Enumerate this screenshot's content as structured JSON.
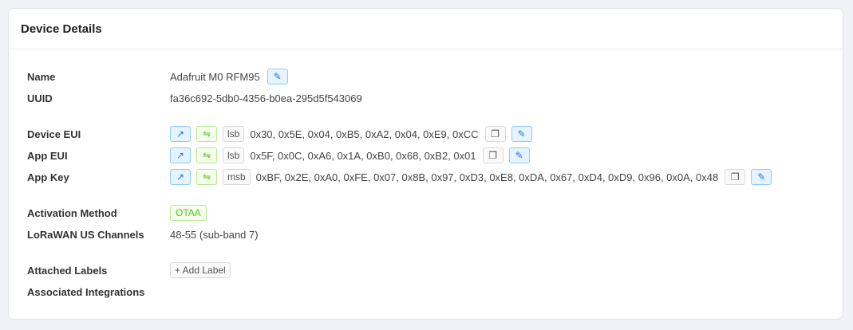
{
  "title": "Device Details",
  "name": {
    "label": "Name",
    "value": "Adafruit M0 RFM95"
  },
  "uuid": {
    "label": "UUID",
    "value": "fa36c692-5db0-4356-b0ea-295d5f543069"
  },
  "device_eui": {
    "label": "Device EUI",
    "order": "lsb",
    "value": "0x30, 0x5E, 0x04, 0xB5, 0xA2, 0x04, 0xE9, 0xCC"
  },
  "app_eui": {
    "label": "App EUI",
    "order": "lsb",
    "value": "0x5F, 0x0C, 0xA6, 0x1A, 0xB0, 0x68, 0xB2, 0x01"
  },
  "app_key": {
    "label": "App Key",
    "order": "msb",
    "value": "0xBF, 0x2E, 0xA0, 0xFE, 0x07, 0x8B, 0x97, 0xD3, 0xE8, 0xDA, 0x67, 0xD4, 0xD9, 0x96, 0x0A, 0x48"
  },
  "activation": {
    "label": "Activation Method",
    "value": "OTAA"
  },
  "channels": {
    "label": "LoRaWAN US Channels",
    "value": "48-55 (sub-band 7)"
  },
  "labels": {
    "label": "Attached Labels",
    "add": "+ Add Label"
  },
  "integrations": {
    "label": "Associated Integrations"
  },
  "icons": {
    "expand": "↗",
    "swap": "⇋",
    "copy": "❐",
    "edit": "✎"
  }
}
